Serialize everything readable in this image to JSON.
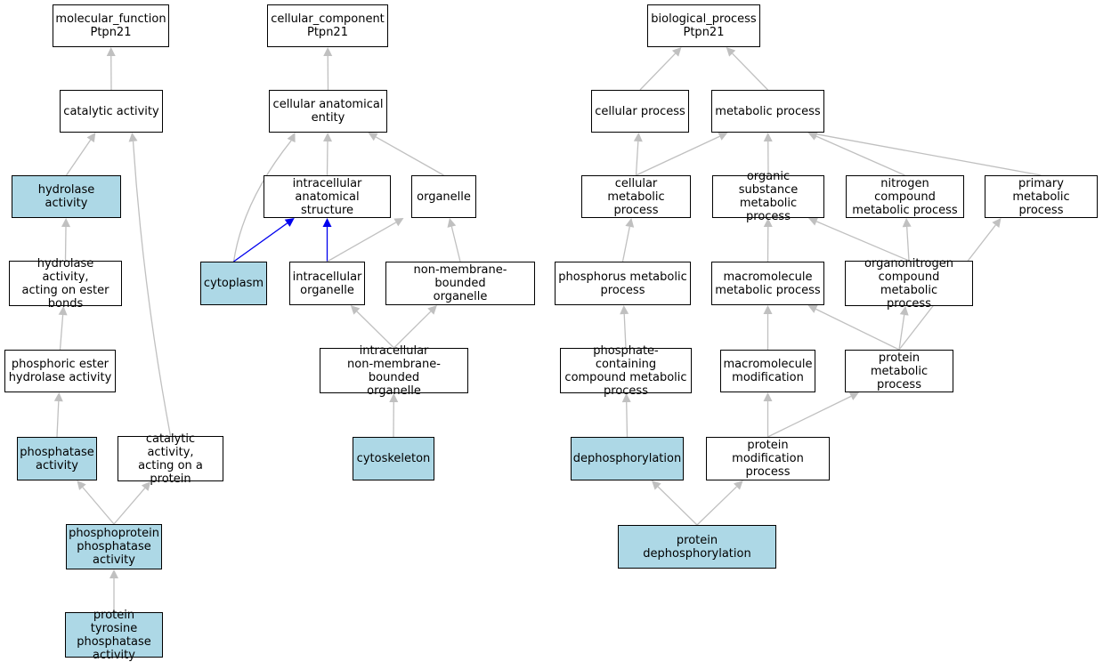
{
  "colors": {
    "highlight": "#add8e6",
    "edge": "#c0c0c0",
    "edge_active": "#0000ee",
    "node_border": "#000000"
  },
  "nodes": {
    "mf_root": {
      "label": "molecular_function\nPtpn21",
      "hl": false
    },
    "catalytic": {
      "label": "catalytic activity",
      "hl": false
    },
    "hydrolase": {
      "label": "hydrolase activity",
      "hl": true
    },
    "hydrolase_ester": {
      "label": "hydrolase activity,\nacting on ester\nbonds",
      "hl": false
    },
    "phosphoric_ester": {
      "label": "phosphoric ester\nhydrolase activity",
      "hl": false
    },
    "phosphatase": {
      "label": "phosphatase\nactivity",
      "hl": true
    },
    "cat_protein": {
      "label": "catalytic activity,\nacting on a\nprotein",
      "hl": false
    },
    "phosphoprotein": {
      "label": "phosphoprotein\nphosphatase\nactivity",
      "hl": true
    },
    "ptp": {
      "label": "protein tyrosine\nphosphatase\nactivity",
      "hl": true
    },
    "cc_root": {
      "label": "cellular_component\nPtpn21",
      "hl": false
    },
    "cae": {
      "label": "cellular anatomical\nentity",
      "hl": false
    },
    "ias": {
      "label": "intracellular\nanatomical structure",
      "hl": false
    },
    "organelle": {
      "label": "organelle",
      "hl": false
    },
    "cytoplasm": {
      "label": "cytoplasm",
      "hl": true
    },
    "ic_organelle": {
      "label": "intracellular\norganelle",
      "hl": false
    },
    "nmb_organelle": {
      "label": "non-membrane-bounded\norganelle",
      "hl": false
    },
    "ic_nmb": {
      "label": "intracellular\nnon-membrane-bounded\norganelle",
      "hl": false
    },
    "cytoskeleton": {
      "label": "cytoskeleton",
      "hl": true
    },
    "bp_root": {
      "label": "biological_process\nPtpn21",
      "hl": false
    },
    "cell_proc": {
      "label": "cellular process",
      "hl": false
    },
    "met_proc": {
      "label": "metabolic process",
      "hl": false
    },
    "cell_met": {
      "label": "cellular metabolic\nprocess",
      "hl": false
    },
    "org_sub": {
      "label": "organic substance\nmetabolic process",
      "hl": false
    },
    "nitro": {
      "label": "nitrogen compound\nmetabolic process",
      "hl": false
    },
    "primary": {
      "label": "primary metabolic\nprocess",
      "hl": false
    },
    "phosphorus": {
      "label": "phosphorus metabolic\nprocess",
      "hl": false
    },
    "macro_met": {
      "label": "macromolecule\nmetabolic process",
      "hl": false
    },
    "organonitro": {
      "label": "organonitrogen\ncompound metabolic\nprocess",
      "hl": false
    },
    "phosphate": {
      "label": "phosphate-containing\ncompound metabolic\nprocess",
      "hl": false
    },
    "macro_mod": {
      "label": "macromolecule\nmodification",
      "hl": false
    },
    "prot_met": {
      "label": "protein metabolic\nprocess",
      "hl": false
    },
    "dephos": {
      "label": "dephosphorylation",
      "hl": true
    },
    "prot_mod": {
      "label": "protein modification\nprocess",
      "hl": false
    },
    "prot_dephos": {
      "label": "protein dephosphorylation",
      "hl": true
    }
  },
  "edges": [
    {
      "from": "catalytic",
      "to": "mf_root",
      "active": false
    },
    {
      "from": "hydrolase",
      "to": "catalytic",
      "active": false
    },
    {
      "from": "cat_protein",
      "to": "catalytic",
      "active": false
    },
    {
      "from": "hydrolase_ester",
      "to": "hydrolase",
      "active": false
    },
    {
      "from": "phosphoric_ester",
      "to": "hydrolase_ester",
      "active": false
    },
    {
      "from": "phosphatase",
      "to": "phosphoric_ester",
      "active": false
    },
    {
      "from": "phosphoprotein",
      "to": "phosphatase",
      "active": false
    },
    {
      "from": "phosphoprotein",
      "to": "cat_protein",
      "active": false
    },
    {
      "from": "ptp",
      "to": "phosphoprotein",
      "active": false
    },
    {
      "from": "cae",
      "to": "cc_root",
      "active": false
    },
    {
      "from": "ias",
      "to": "cae",
      "active": false
    },
    {
      "from": "organelle",
      "to": "cae",
      "active": false
    },
    {
      "from": "cytoplasm",
      "to": "cae",
      "active": false
    },
    {
      "from": "cytoplasm",
      "to": "ias",
      "active": true
    },
    {
      "from": "ic_organelle",
      "to": "ias",
      "active": true
    },
    {
      "from": "ic_organelle",
      "to": "organelle",
      "active": false
    },
    {
      "from": "nmb_organelle",
      "to": "organelle",
      "active": false
    },
    {
      "from": "ic_nmb",
      "to": "ic_organelle",
      "active": false
    },
    {
      "from": "ic_nmb",
      "to": "nmb_organelle",
      "active": false
    },
    {
      "from": "cytoskeleton",
      "to": "ic_nmb",
      "active": false
    },
    {
      "from": "cell_proc",
      "to": "bp_root",
      "active": false
    },
    {
      "from": "met_proc",
      "to": "bp_root",
      "active": false
    },
    {
      "from": "cell_met",
      "to": "cell_proc",
      "active": false
    },
    {
      "from": "cell_met",
      "to": "met_proc",
      "active": false
    },
    {
      "from": "org_sub",
      "to": "met_proc",
      "active": false
    },
    {
      "from": "nitro",
      "to": "met_proc",
      "active": false
    },
    {
      "from": "primary",
      "to": "met_proc",
      "active": false
    },
    {
      "from": "phosphorus",
      "to": "cell_met",
      "active": false
    },
    {
      "from": "macro_met",
      "to": "org_sub",
      "active": false
    },
    {
      "from": "organonitro",
      "to": "org_sub",
      "active": false
    },
    {
      "from": "organonitro",
      "to": "nitro",
      "active": false
    },
    {
      "from": "phosphate",
      "to": "phosphorus",
      "active": false
    },
    {
      "from": "macro_mod",
      "to": "macro_met",
      "active": false
    },
    {
      "from": "prot_met",
      "to": "macro_met",
      "active": false
    },
    {
      "from": "prot_met",
      "to": "organonitro",
      "active": false
    },
    {
      "from": "prot_met",
      "to": "primary",
      "active": false
    },
    {
      "from": "dephos",
      "to": "phosphate",
      "active": false
    },
    {
      "from": "prot_mod",
      "to": "macro_mod",
      "active": false
    },
    {
      "from": "prot_mod",
      "to": "prot_met",
      "active": false
    },
    {
      "from": "prot_dephos",
      "to": "dephos",
      "active": false
    },
    {
      "from": "prot_dephos",
      "to": "prot_mod",
      "active": false
    }
  ]
}
